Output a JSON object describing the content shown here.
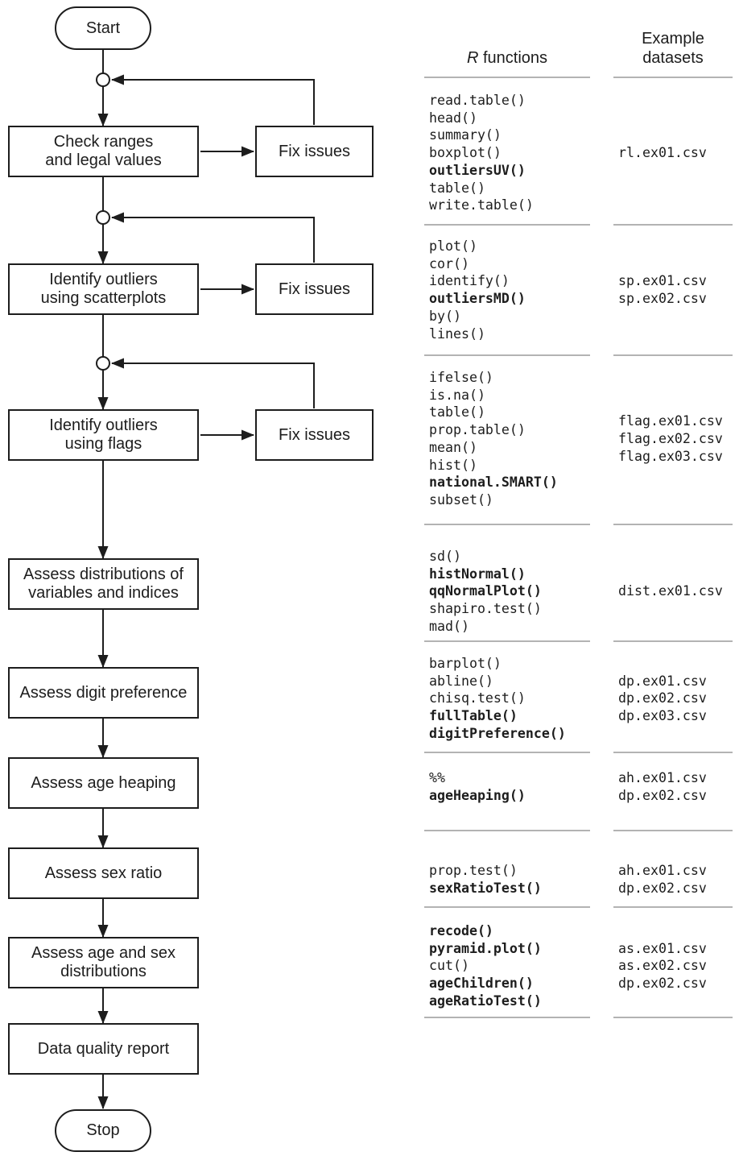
{
  "flowchart": {
    "start_label": "Start",
    "stop_label": "Stop",
    "fix_issues_label": "Fix issues",
    "steps": [
      {
        "label": "Check ranges\nand legal values",
        "has_fix_issues": true
      },
      {
        "label": "Identify outliers\nusing scatterplots",
        "has_fix_issues": true
      },
      {
        "label": "Identify outliers\nusing flags",
        "has_fix_issues": true
      },
      {
        "label": "Assess distributions of\nvariables and indices",
        "has_fix_issues": false
      },
      {
        "label": "Assess digit preference",
        "has_fix_issues": false
      },
      {
        "label": "Assess age heaping",
        "has_fix_issues": false
      },
      {
        "label": "Assess sex ratio",
        "has_fix_issues": false
      },
      {
        "label": "Assess age and sex\ndistributions",
        "has_fix_issues": false
      },
      {
        "label": "Data quality report",
        "has_fix_issues": false
      }
    ]
  },
  "reference": {
    "functions_header_italic": "R",
    "functions_header_rest": " functions",
    "datasets_header": "Example datasets",
    "sections": [
      {
        "functions": [
          {
            "text": "read.table()",
            "bold": false
          },
          {
            "text": "head()",
            "bold": false
          },
          {
            "text": "summary()",
            "bold": false
          },
          {
            "text": "boxplot()",
            "bold": false
          },
          {
            "text": "outliersUV()",
            "bold": true
          },
          {
            "text": "table()",
            "bold": false
          },
          {
            "text": "write.table()",
            "bold": false
          }
        ],
        "datasets": [
          "rl.ex01.csv"
        ]
      },
      {
        "functions": [
          {
            "text": "plot()",
            "bold": false
          },
          {
            "text": "cor()",
            "bold": false
          },
          {
            "text": "identify()",
            "bold": false
          },
          {
            "text": "outliersMD()",
            "bold": true
          },
          {
            "text": "by()",
            "bold": false
          },
          {
            "text": "lines()",
            "bold": false
          }
        ],
        "datasets": [
          "sp.ex01.csv",
          "sp.ex02.csv"
        ]
      },
      {
        "functions": [
          {
            "text": "ifelse()",
            "bold": false
          },
          {
            "text": "is.na()",
            "bold": false
          },
          {
            "text": "table()",
            "bold": false
          },
          {
            "text": "prop.table()",
            "bold": false
          },
          {
            "text": "mean()",
            "bold": false
          },
          {
            "text": "hist()",
            "bold": false
          },
          {
            "text": "national.SMART()",
            "bold": true
          },
          {
            "text": "subset()",
            "bold": false
          }
        ],
        "datasets": [
          "flag.ex01.csv",
          "flag.ex02.csv",
          "flag.ex03.csv"
        ]
      },
      {
        "functions": [
          {
            "text": "sd()",
            "bold": false
          },
          {
            "text": "histNormal()",
            "bold": true
          },
          {
            "text": "qqNormalPlot()",
            "bold": true
          },
          {
            "text": "shapiro.test()",
            "bold": false
          },
          {
            "text": "mad()",
            "bold": false
          }
        ],
        "datasets": [
          "dist.ex01.csv"
        ]
      },
      {
        "functions": [
          {
            "text": "barplot()",
            "bold": false
          },
          {
            "text": "abline()",
            "bold": false
          },
          {
            "text": "chisq.test()",
            "bold": false
          },
          {
            "text": "fullTable()",
            "bold": true
          },
          {
            "text": "digitPreference()",
            "bold": true
          }
        ],
        "datasets": [
          "dp.ex01.csv",
          "dp.ex02.csv",
          "dp.ex03.csv"
        ]
      },
      {
        "functions": [
          {
            "text": "%%",
            "bold": false
          },
          {
            "text": "ageHeaping()",
            "bold": true
          }
        ],
        "datasets": [
          "ah.ex01.csv",
          "dp.ex02.csv"
        ]
      },
      {
        "functions": [
          {
            "text": "prop.test()",
            "bold": false
          },
          {
            "text": "sexRatioTest()",
            "bold": true
          }
        ],
        "datasets": [
          "ah.ex01.csv",
          "dp.ex02.csv"
        ]
      },
      {
        "functions": [
          {
            "text": "recode()",
            "bold": true
          },
          {
            "text": "pyramid.plot()",
            "bold": true
          },
          {
            "text": "cut()",
            "bold": false
          },
          {
            "text": "ageChildren()",
            "bold": true
          },
          {
            "text": "ageRatioTest()",
            "bold": true
          }
        ],
        "datasets": [
          "as.ex01.csv",
          "as.ex02.csv",
          "dp.ex02.csv"
        ]
      }
    ]
  }
}
